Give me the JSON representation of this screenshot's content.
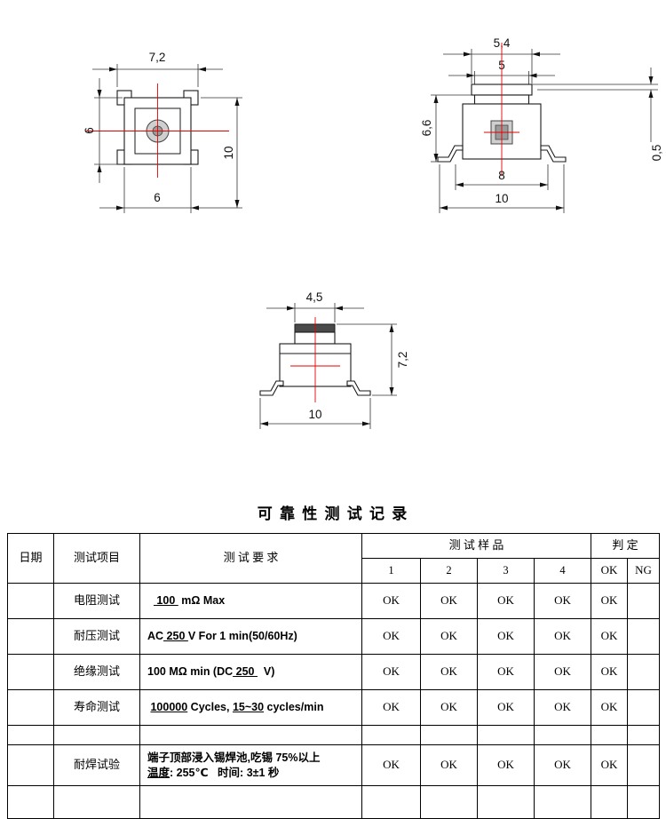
{
  "drawings": {
    "top_view": {
      "dim_top": "7,2",
      "dim_left": "6",
      "dim_right": "10",
      "dim_bottom": "6"
    },
    "side_view": {
      "dim_top": "5,4",
      "dim_top2": "5",
      "dim_left": "6,6",
      "dim_right": "0,5",
      "dim_bottom_inner": "8",
      "dim_bottom_outer": "10"
    },
    "front_view": {
      "dim_top": "4,5",
      "dim_right": "7,2",
      "dim_bottom": "10"
    }
  },
  "table": {
    "title": "可 靠 性 测 试 记 录",
    "header": {
      "date": "日期",
      "item": "测试项目",
      "requirement": "测 试 要 求",
      "samples": "测 试 样 品",
      "judge": "判 定",
      "sample_nums": [
        "1",
        "2",
        "3",
        "4"
      ],
      "judge_cols": [
        "OK",
        "NG"
      ]
    },
    "rows": [
      {
        "date": "",
        "item": "电阻测试",
        "req": [
          {
            "t": "  ",
            "u": false
          },
          {
            "t": " 100 ",
            "u": true
          },
          {
            "t": " mΩ Max",
            "u": false
          }
        ],
        "samples": [
          "OK",
          "OK",
          "OK",
          "OK"
        ],
        "ok": "OK",
        "ng": ""
      },
      {
        "date": "",
        "item": "耐压测试",
        "req": [
          {
            "t": "AC",
            "u": false
          },
          {
            "t": " 250 ",
            "u": true
          },
          {
            "t": "V For 1 min(50/60Hz)",
            "u": false
          }
        ],
        "samples": [
          "OK",
          "OK",
          "OK",
          "OK"
        ],
        "ok": "OK",
        "ng": ""
      },
      {
        "date": "",
        "item": "绝缘测试",
        "req": [
          {
            "t": "100 MΩ min (DC",
            "u": false
          },
          {
            "t": " 250 ",
            "u": true
          },
          {
            "t": "  V)",
            "u": false
          }
        ],
        "samples": [
          "OK",
          "OK",
          "OK",
          "OK"
        ],
        "ok": "OK",
        "ng": ""
      },
      {
        "date": "",
        "item": "寿命测试",
        "req": [
          {
            "t": " ",
            "u": false
          },
          {
            "t": "100000",
            "u": true
          },
          {
            "t": " Cycles, ",
            "u": false
          },
          {
            "t": "15~30",
            "u": true
          },
          {
            "t": " cycles/min",
            "u": false
          }
        ],
        "samples": [
          "OK",
          "OK",
          "OK",
          "OK"
        ],
        "ok": "OK",
        "ng": ""
      },
      {
        "date": "",
        "item": "",
        "req": [],
        "samples": [
          "",
          "",
          "",
          ""
        ],
        "ok": "",
        "ng": ""
      },
      {
        "date": "",
        "item": "耐焊试验",
        "req": [
          {
            "t": "端子顶部浸入锡焊池,吃锡 75%以上\n",
            "u": false
          },
          {
            "t": "温度",
            "u": true
          },
          {
            "t": ": 255℃   时间: 3±1 秒",
            "u": false
          }
        ],
        "samples": [
          "OK",
          "OK",
          "OK",
          "OK"
        ],
        "ok": "OK",
        "ng": ""
      },
      {
        "date": "",
        "item": "",
        "req": [],
        "samples": [
          "",
          "",
          "",
          ""
        ],
        "ok": "",
        "ng": ""
      }
    ]
  }
}
